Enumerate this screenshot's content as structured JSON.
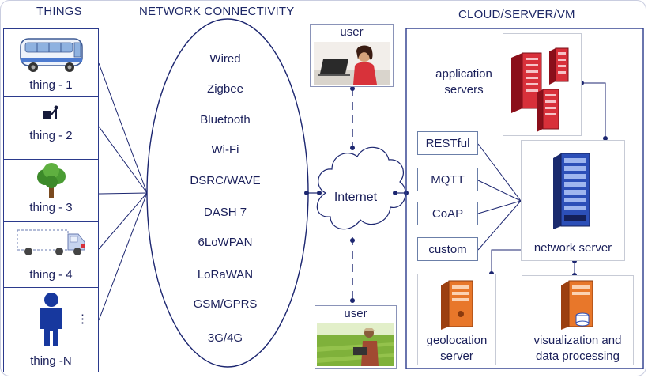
{
  "headers": {
    "things": "THINGS",
    "network": "NETWORK CONNECTIVITY",
    "cloud": "CLOUD/SERVER/VM"
  },
  "things": [
    {
      "label": "thing - 1",
      "icon": "bus-icon"
    },
    {
      "label": "thing - 2",
      "icon": "sensor-icon"
    },
    {
      "label": "thing - 3",
      "icon": "tree-icon"
    },
    {
      "label": "thing - 4",
      "icon": "truck-icon"
    },
    {
      "label": "thing -N",
      "icon": "person-icon",
      "ellipsis": "⋮"
    }
  ],
  "technologies": [
    "Wired",
    "Zigbee",
    "Bluetooth",
    "Wi-Fi",
    "DSRC/WAVE",
    "DASH 7",
    "6LoWPAN",
    "LoRaWAN",
    "GSM/GPRS",
    "3G/4G"
  ],
  "internet": "Internet",
  "users": {
    "top": "user",
    "bottom": "user"
  },
  "cloud": {
    "app_servers": "application servers",
    "network_server": "network server",
    "geolocation": "geolocation server",
    "visualization": "visualization and data processing"
  },
  "protocols": [
    "RESTful",
    "MQTT",
    "CoAP",
    "custom"
  ],
  "colors": {
    "line": "#1c2670",
    "server_red": "#d8303a",
    "server_blue": "#2c4fb8",
    "server_orange": "#e8772a"
  }
}
